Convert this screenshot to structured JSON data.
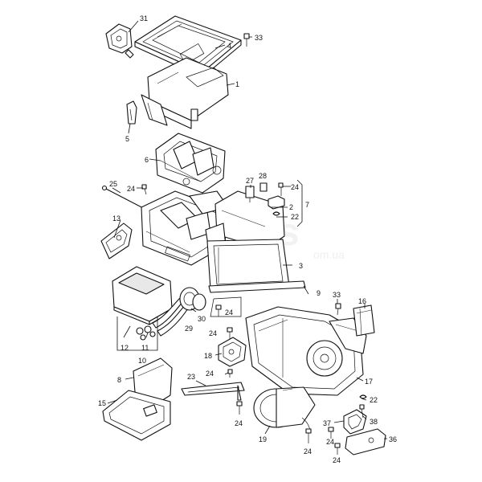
{
  "watermark": {
    "large": "ts",
    "url": "om.ua"
  },
  "callouts": {
    "c31": "31",
    "c4": "4",
    "c33a": "33",
    "c1": "1",
    "c5": "5",
    "c6": "6",
    "c25": "25",
    "c24a": "24",
    "c27": "27",
    "c28": "28",
    "c24b": "24",
    "c7": "7",
    "c2": "2",
    "c22a": "22",
    "c13": "13",
    "c3": "3",
    "c9": "9",
    "c33b": "33",
    "c16": "16",
    "c24c": "24",
    "c24d": "24",
    "c30": "30",
    "c29": "29",
    "c12": "12",
    "c11": "11",
    "c10": "10",
    "c18": "18",
    "c24e": "24",
    "c17": "17",
    "c23": "23",
    "c8": "8",
    "c22b": "22",
    "c15": "15",
    "c24f": "24",
    "c37": "37",
    "c38": "38",
    "c19": "19",
    "c24g": "24",
    "c24h": "24",
    "c36": "36",
    "c24i": "24"
  }
}
